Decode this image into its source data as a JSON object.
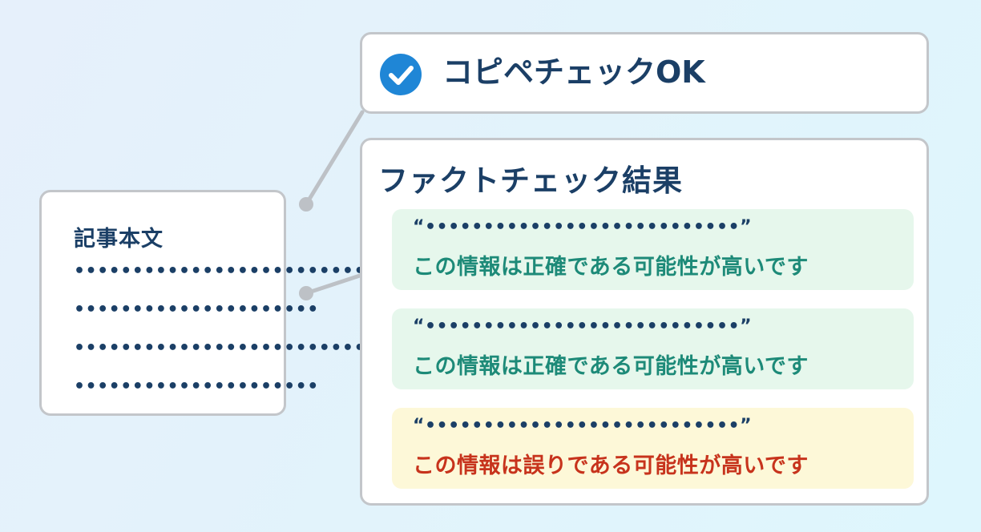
{
  "article": {
    "title": "記事本文",
    "lines": [
      "•••••••••••••••••••••••••••",
      "•••••••••••••••••••••",
      "•••••••••••••••••••••••••••",
      "•••••••••••••••••••••"
    ]
  },
  "copy_check": {
    "label": "コピペチェックOK",
    "icon": "check-circle-icon",
    "icon_color": "#1f86d6"
  },
  "fact_check": {
    "title": "ファクトチェック結果",
    "results": [
      {
        "quote": "“•••••••••••••••••••••••••••”",
        "verdict": "この情報は正確である可能性が高いです",
        "status": "ok"
      },
      {
        "quote": "“•••••••••••••••••••••••••••”",
        "verdict": "この情報は正確である可能性が高いです",
        "status": "ok"
      },
      {
        "quote": "“•••••••••••••••••••••••••••”",
        "verdict": "この情報は誤りである可能性が高いです",
        "status": "bad"
      }
    ]
  },
  "colors": {
    "navy_text": "#1b3f66",
    "accurate_text": "#1d8a78",
    "accurate_bg": "#e6f7ec",
    "error_text": "#c7331c",
    "error_bg": "#fdf8d8",
    "connector": "#bdc1c6"
  }
}
